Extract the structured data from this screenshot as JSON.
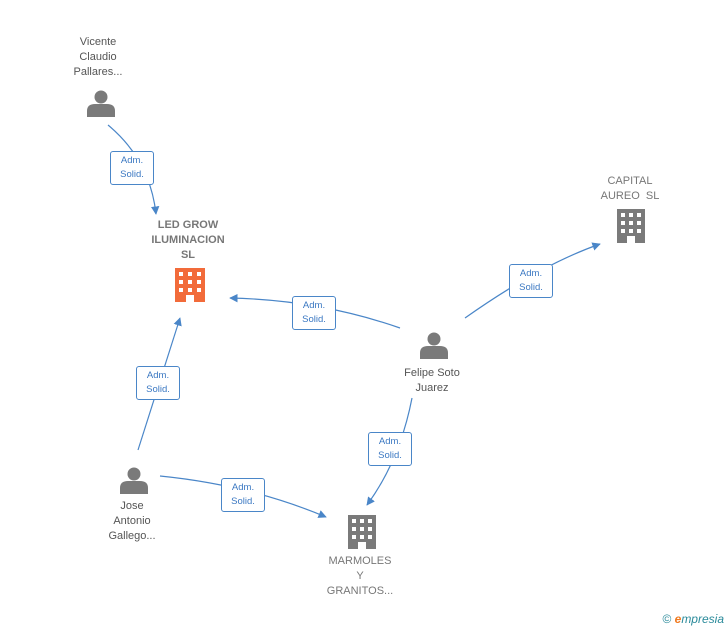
{
  "nodes": {
    "vicente": {
      "label": [
        "Vicente",
        "Claudio",
        "Pallares..."
      ],
      "type": "person"
    },
    "led_grow": {
      "label": [
        "LED GROW",
        "ILUMINACION",
        "SL"
      ],
      "type": "company-main"
    },
    "capital": {
      "label": [
        "CAPITAL",
        "AUREO  SL"
      ],
      "type": "company"
    },
    "felipe": {
      "label": [
        "Felipe Soto",
        "Juarez"
      ],
      "type": "person"
    },
    "jose": {
      "label": [
        "Jose",
        "Antonio",
        "Gallego..."
      ],
      "type": "person"
    },
    "marmoles": {
      "label": [
        "MARMOLES",
        "Y",
        "GRANITOS..."
      ],
      "type": "company"
    }
  },
  "edge_label": [
    "Adm.",
    "Solid."
  ],
  "colors": {
    "edge": "#4a86c8",
    "person_icon": "#7a7a7a",
    "company_icon": "#7a7a7a",
    "main_company_icon": "#f26b3a"
  },
  "footer": {
    "copyright": "©",
    "brand_first": "e",
    "brand_rest": "mpresia"
  }
}
